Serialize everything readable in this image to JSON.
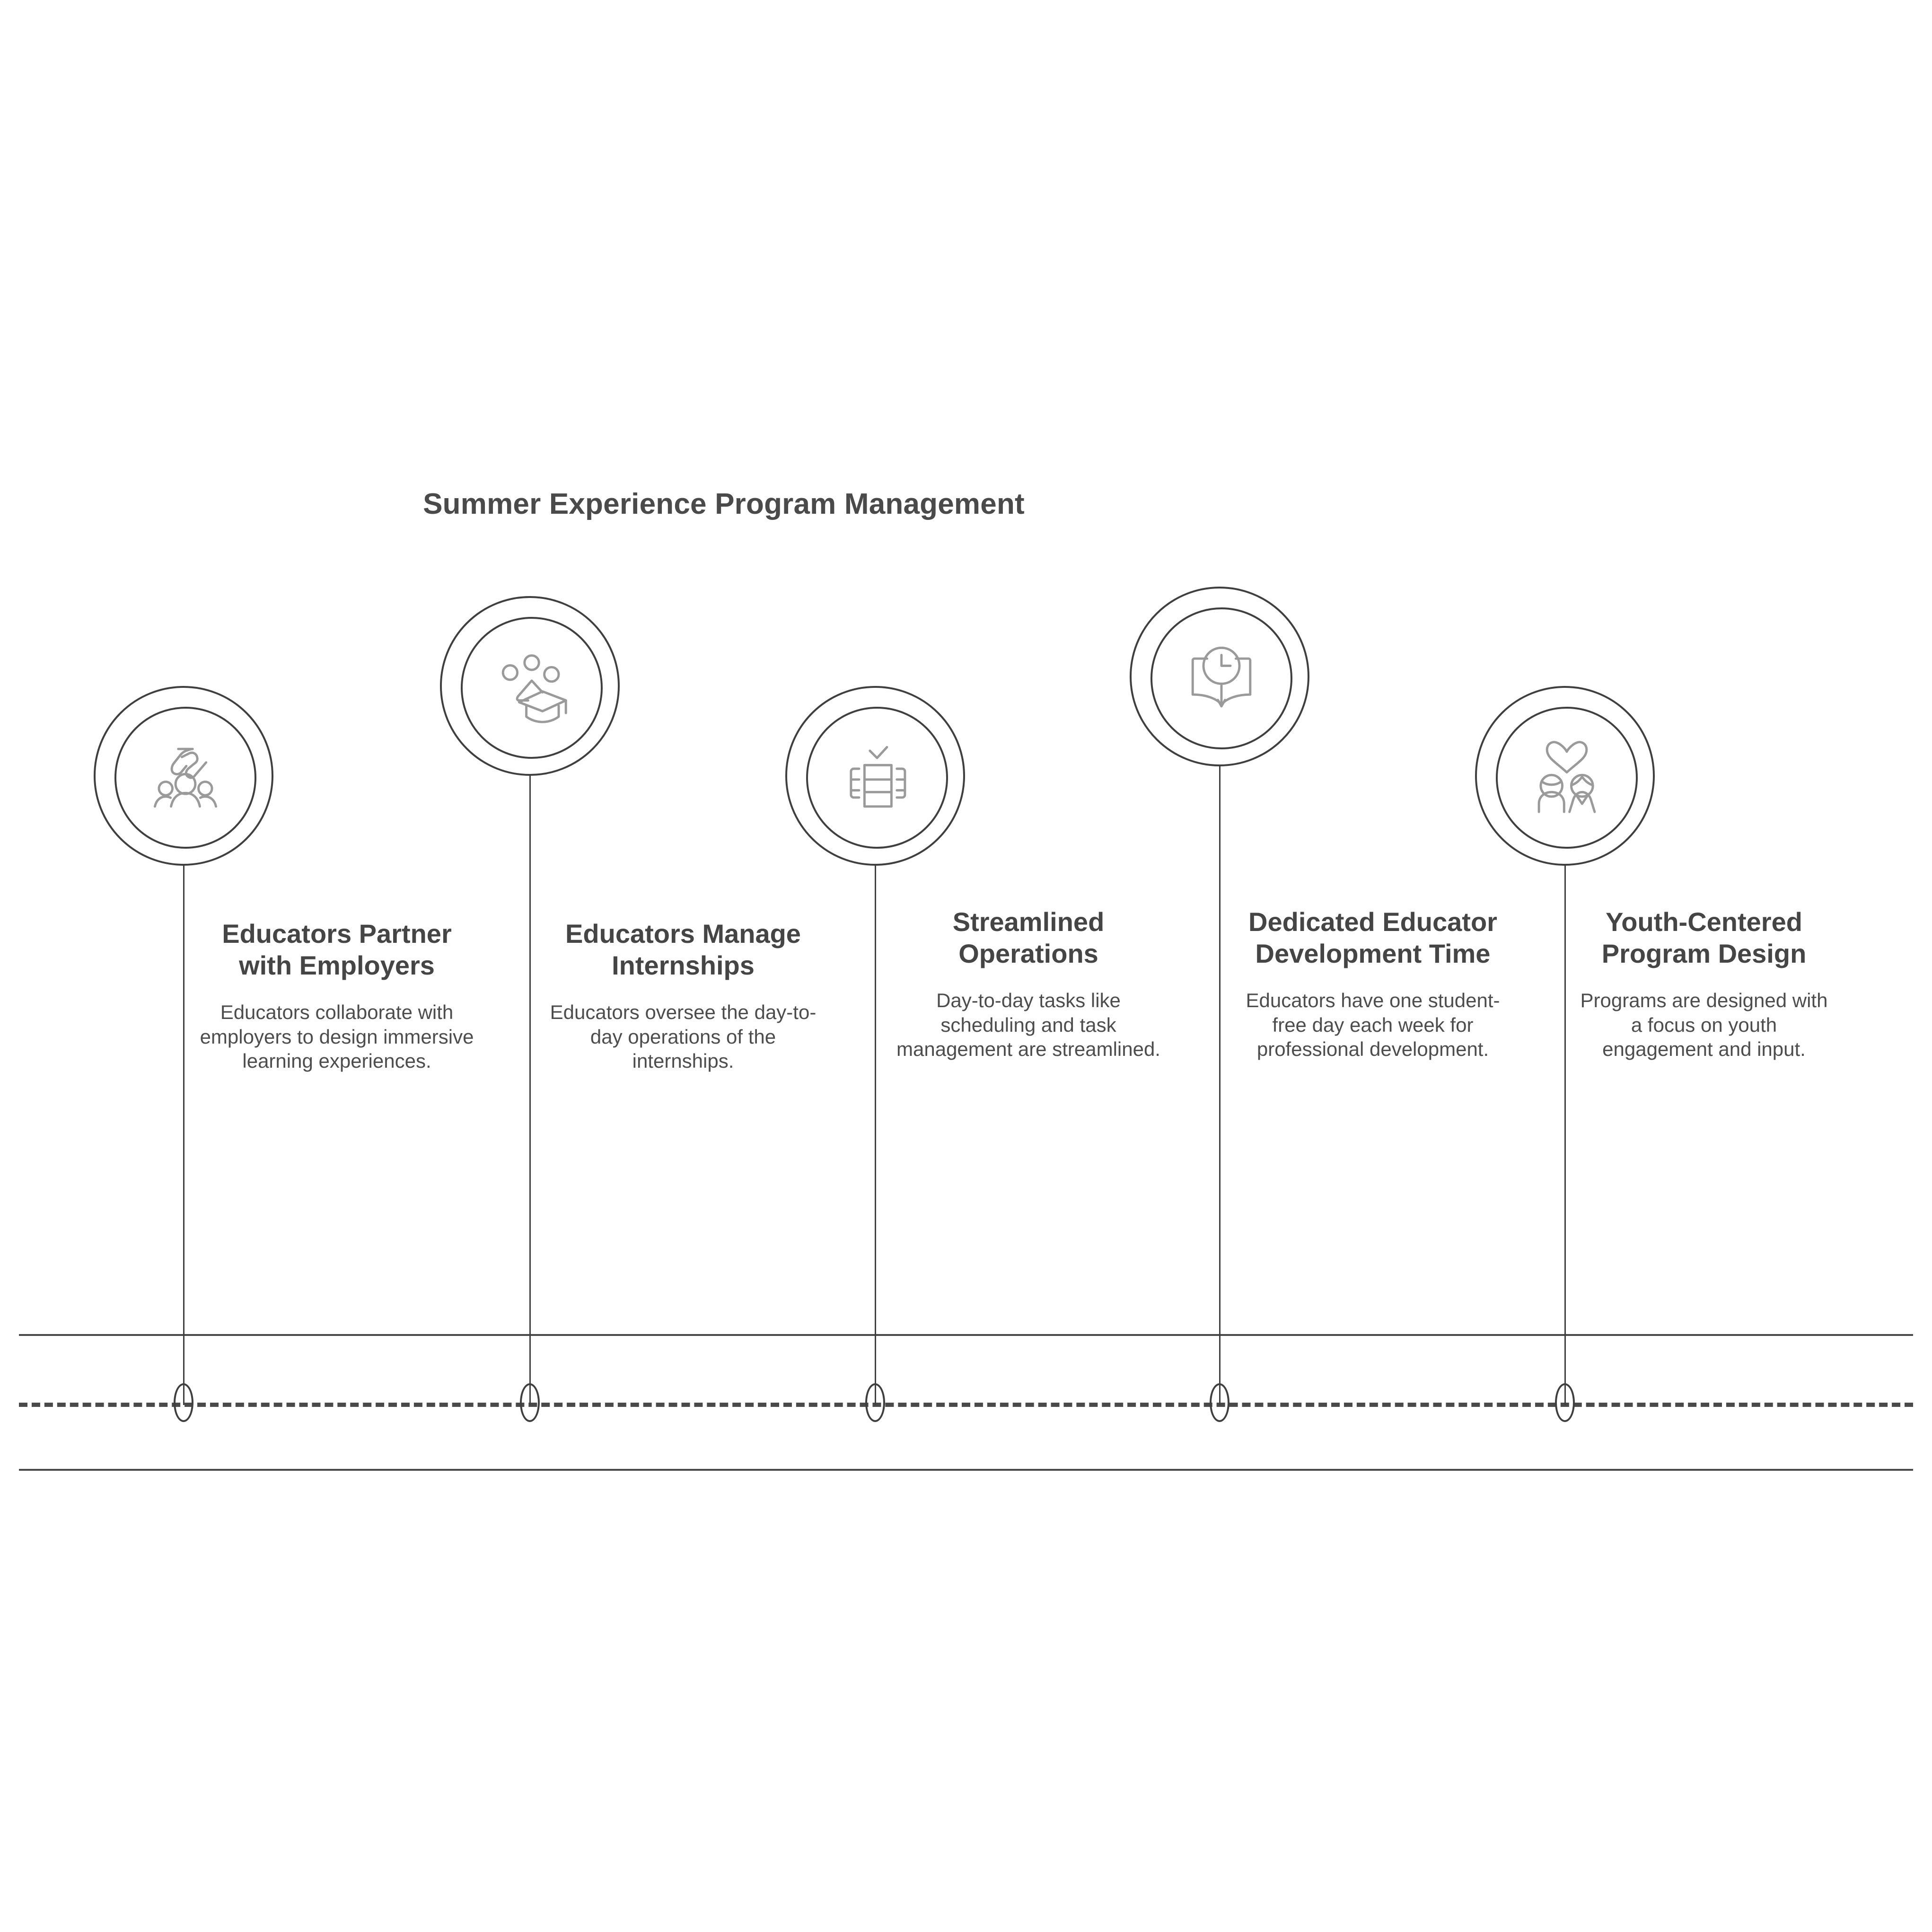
{
  "title": "Summer Experience Program Management",
  "colors": {
    "text": "#4a4a4a",
    "line": "#3f3f3f",
    "icon": "#9a9a9a",
    "background": "#ffffff"
  },
  "milestones": [
    {
      "icon": "partnership-people-icon",
      "title": "Educators Partner with Employers",
      "description": "Educators collaborate with employers to design immersive learning experiences."
    },
    {
      "icon": "graduation-cap-icon",
      "title": "Educators Manage Internships",
      "description": "Educators oversee the day-to-day operations of the internships."
    },
    {
      "icon": "schedule-checklist-icon",
      "title": "Streamlined Operations",
      "description": "Day-to-day tasks like scheduling and task management are streamlined."
    },
    {
      "icon": "book-clock-icon",
      "title": "Dedicated Educator Development Time",
      "description": "Educators have one student-free day each week for professional development."
    },
    {
      "icon": "people-heart-icon",
      "title": "Youth-Centered Program Design",
      "description": "Programs are designed with a focus on youth engagement and input."
    }
  ]
}
